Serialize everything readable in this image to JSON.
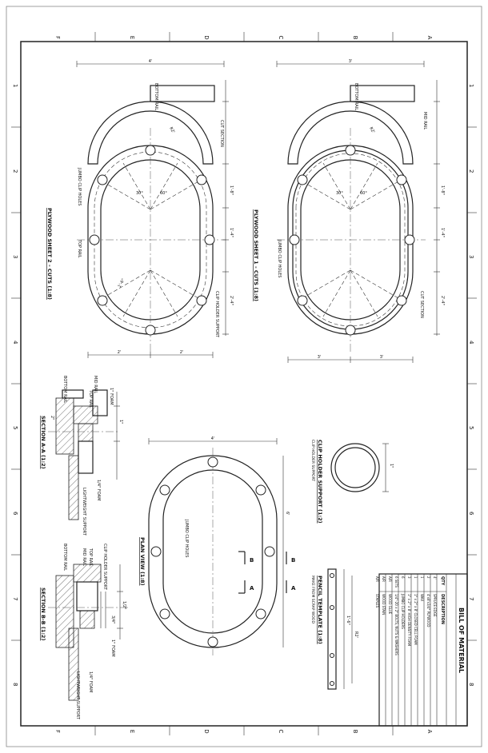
{
  "zones": {
    "columns": [
      "F",
      "E",
      "D",
      "C",
      "B",
      "A"
    ],
    "rows": [
      "1",
      "2",
      "3",
      "4",
      "5",
      "6",
      "7",
      "8"
    ]
  },
  "views": {
    "plywood_sheet_2": "PLYWOOD SHEET 2 - CUTS (1:8)",
    "plywood_sheet_1": "PLYWOOD SHEET 1 - CUTS (1:8)",
    "section_a": "SECTION A-A (1:2)",
    "section_b": "SECTION B-B (1:2)",
    "plan_view": "PLAN VIEW (1:8)",
    "clip_holder_support": "CLIP HOLDER SUPPORT (1:2)",
    "pencil_template": "PENCIL TEMPLATE (1:8)"
  },
  "notes": {
    "clip_holder_support": "CLIP HOLDER SUPPORT",
    "pencil_template": "MAKE FROM SCRAP WOOD",
    "jumbo_clip_holes": "JUMBO CLIP HOLES",
    "bottom_rail": "BOTTOM RAIL",
    "top_rail": "TOP RAIL",
    "lightweight_support": "LIGHTWEIGHT SUPPORT",
    "middle_rail": "MID RAIL",
    "cuts_section": "CUT SECTION",
    "foam": "1\" FOAM",
    "foam_half": "1/4\" FOAM"
  },
  "dimensions": {
    "overall_width": "4'",
    "half_width": "2'",
    "half_width_b": "3'",
    "radius_a": "R2'",
    "radius_b": "1'-6\"",
    "angle_a": "30°",
    "angle_b": "60°",
    "height_a": "1'-8\"",
    "height_b": "1'-4\"",
    "height_c": "2'-4\"",
    "height_d": "6'",
    "small_a": "1\"",
    "small_b": "2\"",
    "small_c": "1/2\"",
    "small_d": "3/4\""
  },
  "bill_of_material": {
    "title": "BILL OF MATERIAL",
    "headers": {
      "qty": "QTY",
      "description": "DESCRIPTION"
    },
    "rows": [
      {
        "qty": "4'",
        "description": "SPRUCE EDGE"
      },
      {
        "qty": "2",
        "description": "4'x8'x3/4\" PLYWOOD"
      },
      {
        "qty": "1",
        "description": "WAX"
      },
      {
        "qty": "1",
        "description": "1\" x 2\" x 8' CLOSED CELL FOAM"
      },
      {
        "qty": "3",
        "description": "1\" x 2\" x 8' HIGH DENSITY FOAM"
      },
      {
        "qty": "6",
        "description": "JUMBO CLIP HOLDERS"
      },
      {
        "qty": "6 SETS",
        "description": "1/4\"-20 x 2\" BOLTS, NUTS & WASHERS"
      },
      {
        "qty": "A/R",
        "description": "WOOD GLUE"
      },
      {
        "qty": "A/R",
        "description": "WOOD STAIN"
      },
      {
        "qty": "A/R",
        "description": "STAPLES"
      }
    ]
  },
  "section_markers": {
    "a": "A",
    "b": "B"
  }
}
